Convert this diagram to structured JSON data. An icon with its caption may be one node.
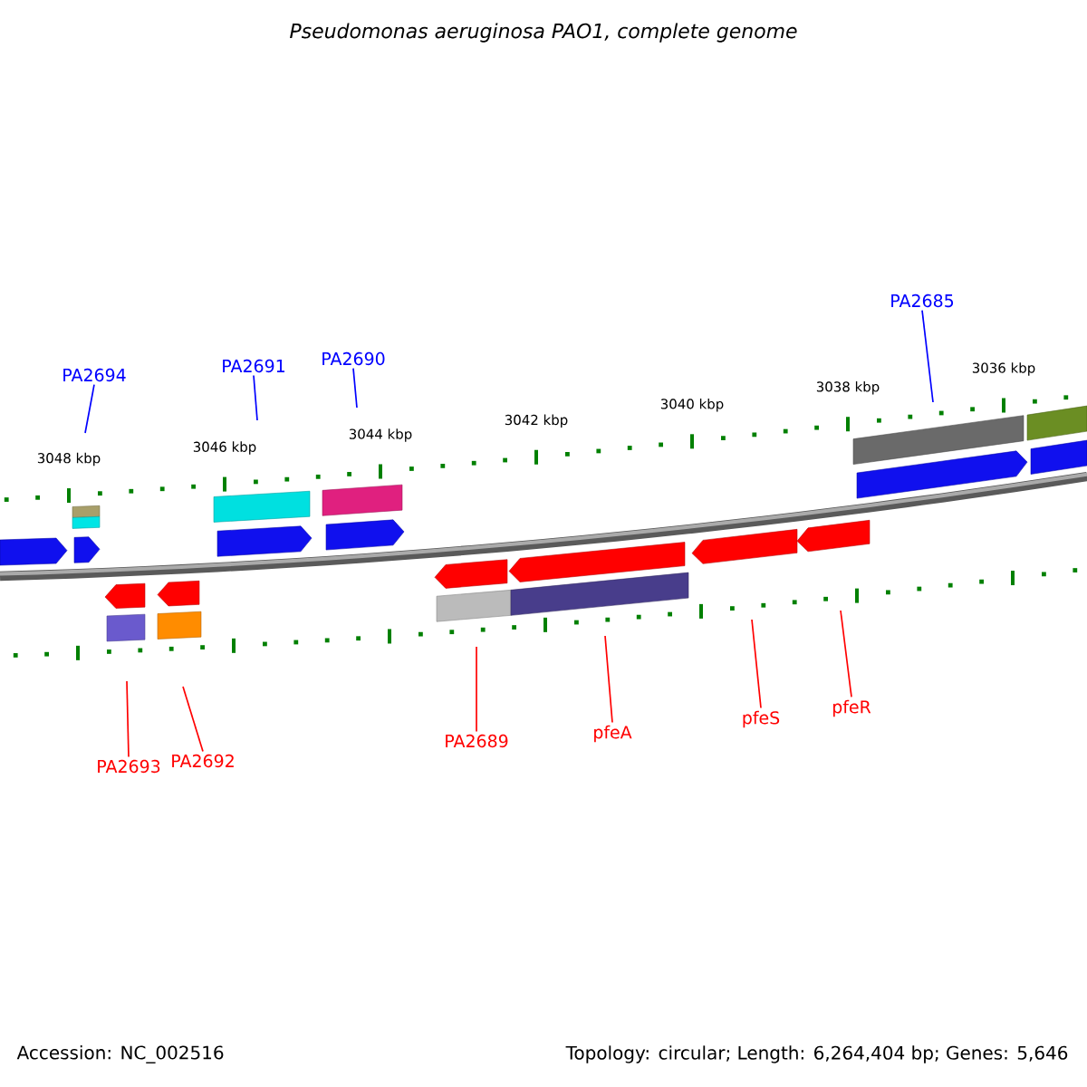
{
  "diagram": {
    "title": "Pseudomonas aeruginosa PAO1, complete genome",
    "nodes": [
      {
        "text": [
          "PA2694"
        ]
      },
      {
        "text": [
          "PA2691"
        ]
      },
      {
        "text": [
          "PA2690"
        ]
      },
      {
        "text": [
          "PA2685"
        ]
      },
      {
        "text": [
          "PA2693"
        ]
      },
      {
        "text": [
          "PA2692"
        ]
      },
      {
        "text": [
          "PA2689"
        ]
      },
      {
        "text": [
          "pfeA"
        ]
      },
      {
        "text": [
          "pfeS"
        ]
      },
      {
        "text": [
          "pfeR"
        ]
      }
    ],
    "edges": [
      {
        "from": 0,
        "to": null,
        "arrow": "none",
        "color": "#0000ff"
      },
      {
        "from": 1,
        "to": null,
        "arrow": "none",
        "color": "#0000ff"
      },
      {
        "from": 2,
        "to": null,
        "arrow": "none",
        "color": "#0000ff"
      },
      {
        "from": 3,
        "to": null,
        "arrow": "none",
        "color": "#0000ff"
      },
      {
        "from": 4,
        "to": null,
        "arrow": "none"
      },
      {
        "from": 5,
        "to": null,
        "arrow": "none"
      },
      {
        "from": 6,
        "to": null,
        "arrow": "none"
      },
      {
        "from": 7,
        "to": null,
        "arrow": "none"
      },
      {
        "from": 8,
        "to": null,
        "arrow": "none"
      },
      {
        "from": 9,
        "to": null,
        "arrow": "none"
      }
    ],
    "labels": [
      "3048 kbp",
      "3046 kbp",
      "3044 kbp",
      "3042 kbp",
      "3040 kbp",
      "3038 kbp",
      "3036 kbp",
      "Accession: NC_002516",
      "Topology: circular; Length: 6,264,404 bp; Genes: 5,646"
    ]
  }
}
